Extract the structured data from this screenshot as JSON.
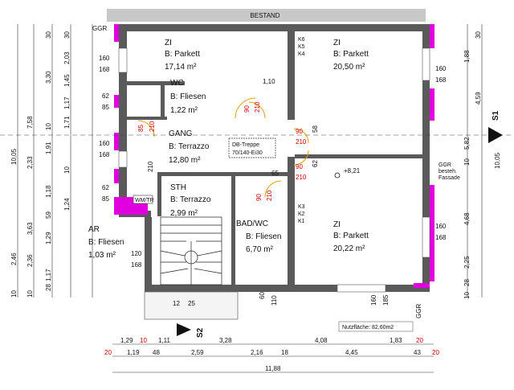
{
  "banner": "BESTAND",
  "ggr_top": "GGR",
  "ggr_bottom": "GGR",
  "rooms": [
    {
      "id": "zi1",
      "name": "ZI",
      "floor": "B: Parkett",
      "area": "17,14 m²"
    },
    {
      "id": "zi2",
      "name": "ZI",
      "floor": "B: Parkett",
      "area": "20,50 m²"
    },
    {
      "id": "wc",
      "name": "WC",
      "floor": "B: Fliesen",
      "area": "1,22 m²"
    },
    {
      "id": "gang",
      "name": "GANG",
      "floor": "B: Terrazzo",
      "area": "12,80 m²"
    },
    {
      "id": "sth",
      "name": "STH",
      "floor": "B: Terrazzo",
      "area": "2,99 m²"
    },
    {
      "id": "bad",
      "name": "BAD/WC",
      "floor": "B: Fliesen",
      "area": "6,70 m²"
    },
    {
      "id": "zi3",
      "name": "ZI",
      "floor": "B: Parkett",
      "area": "20,22 m²"
    },
    {
      "id": "ar",
      "name": "AR",
      "floor": "B: Fliesen",
      "area": "1,03 m²"
    }
  ],
  "stair_note": {
    "line1": "DB-Treppe",
    "line2": "70/140-Ei30"
  },
  "facade_note": {
    "line1": "GGR",
    "line2": "besteh.",
    "line3": "Fassade"
  },
  "level_mark": "+8,21",
  "wm_tr": "WM/TR",
  "kitchen_k_upper": [
    "K6",
    "K5",
    "K4"
  ],
  "kitchen_k_lower": [
    "K3",
    "K2",
    "K1"
  ],
  "nutzflaeche": "Nutzfläche: 82,60m2",
  "section_labels": {
    "s1": "S1",
    "s2": "S2"
  },
  "door_labels": [
    "90",
    "210",
    "90",
    "210",
    "90",
    "210",
    "90",
    "210",
    "85",
    "210",
    "210",
    "65"
  ],
  "inner_dims": [
    "1,10",
    "58",
    "62",
    "65",
    "60",
    "110",
    "160",
    "185",
    "20",
    "20",
    "12",
    "25"
  ],
  "left_dims_outer": [
    "10,05",
    "2,46",
    "10"
  ],
  "left_dims_mid": [
    "7,58",
    "2,33",
    "3,63",
    "2,36",
    "10"
  ],
  "left_dims_inner": [
    "30",
    "3,30",
    "10",
    "1,91",
    "1,18",
    "59",
    "1,29",
    "1,17",
    "28",
    "10"
  ],
  "left_dims_col4": [
    "30",
    "2,03",
    "1,45",
    "1,17",
    "1,71",
    "10",
    "1,24",
    "10"
  ],
  "left_openings": [
    "160",
    "168",
    "62",
    "85",
    "160",
    "168",
    "62",
    "85",
    "120",
    "168"
  ],
  "right_dims": [
    "30",
    "1,88",
    "4,59",
    "10",
    "5,82",
    "4,68",
    "2,25",
    "28",
    "10",
    "10,05"
  ],
  "right_openings": [
    "160",
    "168",
    "160",
    "168"
  ],
  "bottom_row1": [
    "1,29",
    "10",
    "1,11",
    "3,28",
    "4,08",
    "1,83",
    "20"
  ],
  "bottom_row2": [
    "20",
    "1,19",
    "48",
    "2,59",
    "2,16",
    "18",
    "4,45",
    "43",
    "20"
  ],
  "bottom_total": "11,88",
  "colors": {
    "wall": "#5a5a5a",
    "insulation": "#e000e0",
    "door": "#cc0000",
    "banner": "#c8c8c8"
  }
}
